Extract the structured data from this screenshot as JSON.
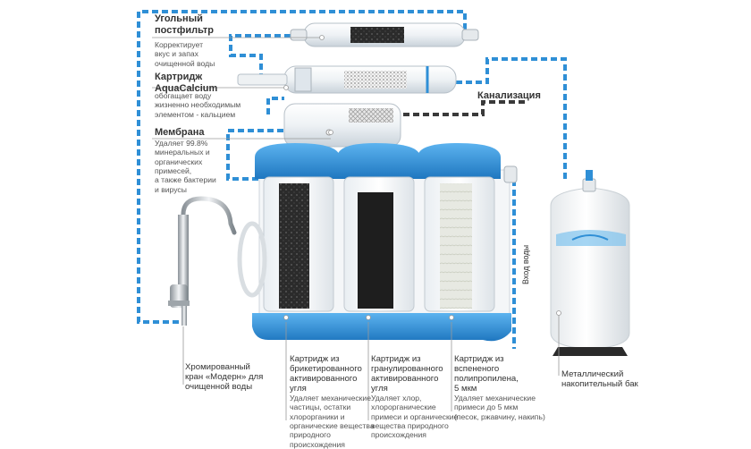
{
  "labels": {
    "postfilter_title_1": "Угольный",
    "postfilter_title_2": "постфильтр",
    "postfilter_desc_1": "Корректирует",
    "postfilter_desc_2": "вкус и запах",
    "postfilter_desc_3": "очищенной воды",
    "aquacalcium_title_1": "Картридж",
    "aquacalcium_title_2": "AquaCalcium",
    "aquacalcium_desc_1": "обогащает воду",
    "aquacalcium_desc_2": "жизненно необходимым",
    "aquacalcium_desc_3": "элементом - кальцием",
    "drain": "Канализация",
    "membrane_title": "Мембрана",
    "membrane_desc_1": "Удаляет 99.8%",
    "membrane_desc_2": "минеральных и",
    "membrane_desc_3": "органических",
    "membrane_desc_4": "примесей,",
    "membrane_desc_5": "а также бактерии",
    "membrane_desc_6": "и вирусы",
    "water_inlet": "Вход воды",
    "faucet_1": "Хромированный",
    "faucet_2": "кран «Модерн» для",
    "faucet_3": "очищенной воды",
    "briquette_title_1": "Картридж из",
    "briquette_title_2": "брикетированного",
    "briquette_title_3": "активированного",
    "briquette_title_4": "угля",
    "briquette_desc_1": "Удаляет механические",
    "briquette_desc_2": "частицы, остатки",
    "briquette_desc_3": "хлорорганики и",
    "briquette_desc_4": "органические вещества",
    "briquette_desc_5": "природного",
    "briquette_desc_6": "происхождения",
    "granular_title_1": "Картридж из",
    "granular_title_2": "гранулированного",
    "granular_title_3": "активированного",
    "granular_title_4": "угля",
    "granular_desc_1": "Удаляет хлор,",
    "granular_desc_2": "хлорорганические",
    "granular_desc_3": "примеси и органические",
    "granular_desc_4": "вещества природного",
    "granular_desc_5": "происхождения",
    "foamed_title_1": "Картридж из",
    "foamed_title_2": "вспененого",
    "foamed_title_3": "полипропилена,",
    "foamed_title_4": "5 мкм",
    "foamed_desc_1": "Удаляет механические",
    "foamed_desc_2": "примеси до 5 мкм",
    "foamed_desc_3": "(песок, ржавчину, накипь)",
    "tank_1": "Металлический",
    "tank_2": "накопительный бак"
  },
  "colors": {
    "flow": "#2f8fd6",
    "housing_blue": "#2f8fd6",
    "drain_line": "#3a3a3a",
    "leader": "#9a9a9a"
  }
}
